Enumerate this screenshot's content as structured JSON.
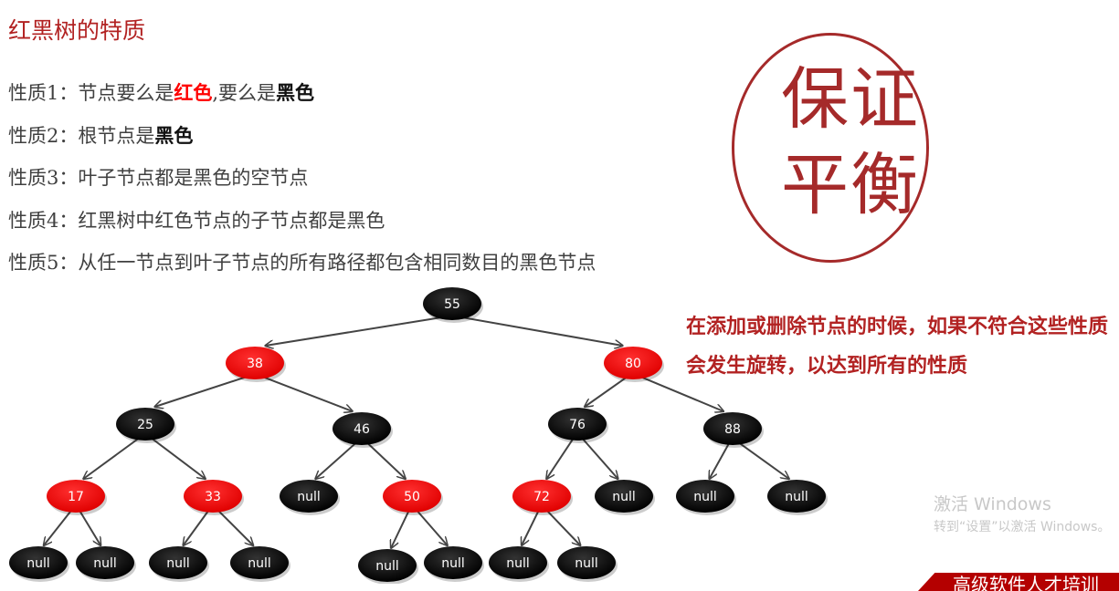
{
  "title": "红黑树的特质",
  "properties": [
    {
      "prefix": "性质1：",
      "parts": [
        "节点要么是",
        "红色",
        ",要么是",
        "黑色"
      ]
    },
    {
      "prefix": "性质2：",
      "parts": [
        "根节点是",
        "黑色"
      ]
    },
    {
      "prefix": "性质3：",
      "text": "叶子节点都是黑色的空节点"
    },
    {
      "prefix": "性质4：",
      "text": "红黑树中红色节点的子节点都是黑色"
    },
    {
      "prefix": "性质5：",
      "text": "从任一节点到叶子节点的所有路径都包含相同数目的黑色节点"
    }
  ],
  "stamp": {
    "line1": "保证",
    "line2": "平衡"
  },
  "note": "在添加或删除节点的时候，如果不符合这些性质会发生旋转，以达到所有的性质",
  "colors": {
    "red_node": "#ff0000",
    "black_node": "#000000",
    "accent": "#b22222"
  },
  "tree": {
    "nodes": [
      {
        "id": "n55",
        "label": "55",
        "color": "black"
      },
      {
        "id": "n38",
        "label": "38",
        "color": "red",
        "parent": "n55"
      },
      {
        "id": "n80",
        "label": "80",
        "color": "red",
        "parent": "n55"
      },
      {
        "id": "n25",
        "label": "25",
        "color": "black",
        "parent": "n38"
      },
      {
        "id": "n46",
        "label": "46",
        "color": "black",
        "parent": "n38"
      },
      {
        "id": "n76",
        "label": "76",
        "color": "black",
        "parent": "n80"
      },
      {
        "id": "n88",
        "label": "88",
        "color": "black",
        "parent": "n80"
      },
      {
        "id": "n17",
        "label": "17",
        "color": "red",
        "parent": "n25"
      },
      {
        "id": "n33",
        "label": "33",
        "color": "red",
        "parent": "n25"
      },
      {
        "id": "x46a",
        "label": "null",
        "color": "black",
        "parent": "n46"
      },
      {
        "id": "n50",
        "label": "50",
        "color": "red",
        "parent": "n46"
      },
      {
        "id": "n72",
        "label": "72",
        "color": "red",
        "parent": "n76"
      },
      {
        "id": "x76b",
        "label": "null",
        "color": "black",
        "parent": "n76"
      },
      {
        "id": "x88a",
        "label": "null",
        "color": "black",
        "parent": "n88"
      },
      {
        "id": "x88b",
        "label": "null",
        "color": "black",
        "parent": "n88"
      },
      {
        "id": "x17a",
        "label": "null",
        "color": "black",
        "parent": "n17"
      },
      {
        "id": "x17b",
        "label": "null",
        "color": "black",
        "parent": "n17"
      },
      {
        "id": "x33a",
        "label": "null",
        "color": "black",
        "parent": "n33"
      },
      {
        "id": "x33b",
        "label": "null",
        "color": "black",
        "parent": "n33"
      },
      {
        "id": "x50a",
        "label": "null",
        "color": "black",
        "parent": "n50"
      },
      {
        "id": "x50b",
        "label": "null",
        "color": "black",
        "parent": "n50"
      },
      {
        "id": "x72a",
        "label": "null",
        "color": "black",
        "parent": "n72"
      },
      {
        "id": "x72b",
        "label": "null",
        "color": "black",
        "parent": "n72"
      }
    ]
  },
  "watermark": {
    "line1": "激活 Windows",
    "line2": "转到“设置”以激活 Windows。"
  },
  "banner": "高级软件人才培训"
}
